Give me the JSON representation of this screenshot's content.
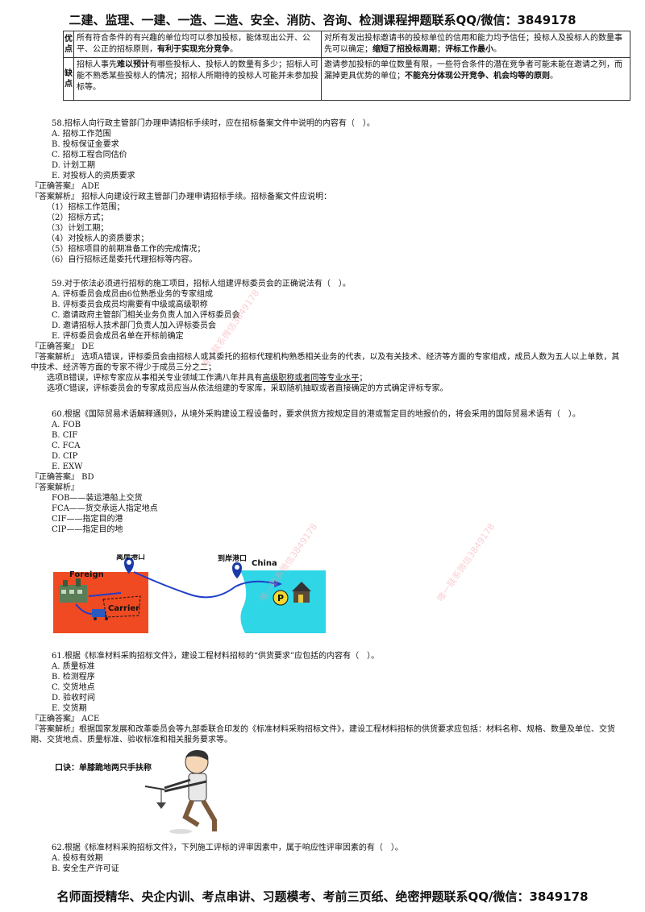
{
  "header": "二建、监理、一建、一造、二造、安全、消防、咨询、检测课程押题联系QQ/微信：3849178",
  "footer": "名师面授精华、央企内训、考点串讲、习题模考、考前三页纸、绝密押题联系QQ/微信：3849178",
  "table": {
    "rows": [
      {
        "head": "优点",
        "left": [
          {
            "t": "所有符合条件的有兴趣的单位均可以参加投标，能体现出公开、公平、公正的招标原则，"
          },
          {
            "t": "有利于实现充分竞争",
            "b": true
          },
          {
            "t": "。"
          }
        ],
        "right": [
          {
            "t": "对所有发出投标邀请书的投标单位的信用和能力均予信任；投标人及投标人的数量事先可以确定；"
          },
          {
            "t": "缩短了招投标周期",
            "b": true
          },
          {
            "t": "；"
          },
          {
            "t": "评标工作最小",
            "b": true
          },
          {
            "t": "。"
          }
        ]
      },
      {
        "head": "缺点",
        "left": [
          {
            "t": "招标人事先"
          },
          {
            "t": "难以预计",
            "b": true
          },
          {
            "t": "有哪些投标人、投标人的数量有多少；招标人可能不熟悉某些投标人的情况；招标人所期待的投标人可能并未参加投标等。"
          }
        ],
        "right": [
          {
            "t": "邀请参加投标的单位数量有限，一些符合条件的潜在竞争者可能未能在邀请之列，而漏掉更具优势的单位；"
          },
          {
            "t": "不能充分体现公开竞争、机会均等的原则",
            "b": true
          },
          {
            "t": "。"
          }
        ]
      }
    ]
  },
  "q58": {
    "stem": "58.招标人向行政主管部门办理申请招标手续时，应在招标备案文件中说明的内容有（　）。",
    "options": [
      "A. 招标工作范围",
      "B. 投标保证金要求",
      "C. 招标工程合同估价",
      "D. 计划工期",
      "E. 对投标人的资质要求"
    ],
    "answer": "『正确答案』 ADE",
    "analysis": "『答案解析』 招标人向建设行政主管部门办理申请招标手续。招标备案文件应说明：",
    "points": [
      "（1）招标工作范围；",
      "（2）招标方式；",
      "（3）计划工期；",
      "（4）对投标人的资质要求；",
      "（5）招标项目的前期准备工作的完成情况；",
      "（6）自行招标还是委托代理招标等内容。"
    ]
  },
  "q59": {
    "stem": "59.对于依法必须进行招标的施工项目，招标人组建评标委员会的正确说法有（　）。",
    "options": [
      "A. 评标委员会成员由6位熟悉业务的专家组成",
      "B. 评标委员会成员均需要有中级或高级职称",
      "C. 邀请政府主管部门相关业务负责人加入评标委员会",
      "D. 邀请招标人技术部门负责人加入评标委员会",
      "E. 评标委员会成员名单在开标前确定"
    ],
    "answer": "『正确答案』 DE",
    "analysis": "『答案解析』 选项A错误，评标委员会由招标人或其委托的招标代理机构熟悉相关业务的代表，以及有关技术、经济等方面的专家组成，成员人数为五人以上单数，其中技术、经济等方面的专家不得少于成员三分之二；",
    "b_pre": "选项B错误，评标专家应从事相关专业领域工作满八年并具有",
    "b_ul": "高级职称或者同等专业水平",
    "b_post": "；",
    "c": "选项C错误，评标委员会的专家成员应当从依法组建的专家库，采取随机抽取或者直接确定的方式确定评标专家。"
  },
  "q60": {
    "stem": "60.根据《国际贸易术语解释通则》，从境外采购建设工程设备时，要求供货方按规定目的港或暂定目的地报价的，将会采用的国际贸易术语有（　）。",
    "options": [
      "A. FOB",
      "B. CIF",
      "C. FCA",
      "D. CIP",
      "E. EXW"
    ],
    "answer": "『正确答案』 BD",
    "analysis": "『答案解析』",
    "terms": [
      "FOB——装运港船上交货",
      "FCA——货交承运人指定地点",
      "CIF——指定目的港",
      "CIP——指定目的地"
    ],
    "diagram": {
      "left_port": "离岸港口",
      "right_port": "到岸港口",
      "foreign": "Foreign",
      "china": "China",
      "carrier": "Carrier",
      "p": "P"
    }
  },
  "q61": {
    "stem": "61.根据《标准材料采购招标文件》，建设工程材料招标的“供货要求”应包括的内容有（　）。",
    "options": [
      "A. 质量标准",
      "B. 检测程序",
      "C. 交货地点",
      "D. 验收时间",
      "E. 交货期"
    ],
    "answer": "『正确答案』 ACE",
    "analysis": "『答案解析』根据国家发展和改革委员会等九部委联合印发的《标准材料采购招标文件》，建设工程材料招标的供货要求应包括：材料名称、规格、数量及单位、交货期、交货地点、质量标准、验收标准和相关服务要求等。",
    "mnemonic": "口诀：单膝跪地两只手扶称"
  },
  "q62": {
    "stem": "62.根据《标准材料采购招标文件》，下列施工评标的评审因素中，属于响应性评审因素的有（　）。",
    "options": [
      "A. 投标有效期",
      "B. 安全生产许可证"
    ]
  },
  "watermarks": [
    "唯一联系微信3849178",
    "唯一联系微信3849178",
    "唯一联系微信3849178"
  ],
  "colors": {
    "diagram_bg": "#f04a22",
    "china_bg": "#2fd6e6",
    "pin": "#1a3aa8",
    "arrow": "#1f3fc8",
    "watermark": "#f2a0a8"
  }
}
